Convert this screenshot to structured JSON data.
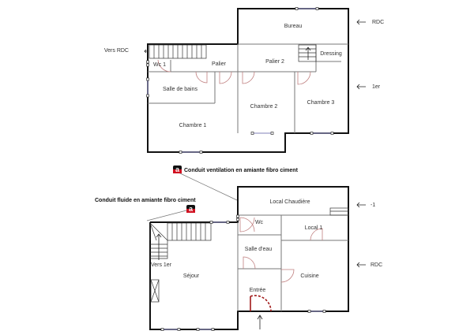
{
  "floor_upper": {
    "name": "1er",
    "rooms": [
      {
        "id": "bureau",
        "label": "Bureau"
      },
      {
        "id": "dressing",
        "label": "Dressing"
      },
      {
        "id": "palier",
        "label": "Palier"
      },
      {
        "id": "palier2",
        "label": "Palier 2"
      },
      {
        "id": "wc1",
        "label": "Wc 1"
      },
      {
        "id": "salle-de-bains",
        "label": "Salle de bains"
      },
      {
        "id": "chambre1",
        "label": "Chambre 1"
      },
      {
        "id": "chambre2",
        "label": "Chambre 2"
      },
      {
        "id": "chambre3",
        "label": "Chambre 3"
      }
    ],
    "stair_label": "Vers RDC",
    "level_markers": [
      {
        "label": "RDC"
      },
      {
        "label": "1er"
      }
    ]
  },
  "floor_lower": {
    "name": "RDC",
    "rooms": [
      {
        "id": "local-chaudiere",
        "label": "Local Chaudière"
      },
      {
        "id": "wc",
        "label": "Wc"
      },
      {
        "id": "local1",
        "label": "Local 1"
      },
      {
        "id": "salle-d-eau",
        "label": "Salle d'eau"
      },
      {
        "id": "sejour",
        "label": "Séjour"
      },
      {
        "id": "cuisine",
        "label": "Cuisine"
      },
      {
        "id": "entree",
        "label": "Entrée"
      }
    ],
    "stair_label": "Vers 1er",
    "level_markers": [
      {
        "label": "-1"
      },
      {
        "label": "RDC"
      }
    ]
  },
  "annotations": [
    {
      "id": "ventilation",
      "icon": "a",
      "text": "Conduit ventilation en amiante fibro ciment"
    },
    {
      "id": "fluide",
      "icon": "a",
      "text": "Conduit fluide en amiante fibro ciment"
    }
  ],
  "colors": {
    "wall": "#111111",
    "inner_wall": "#777777",
    "door": "#c08080",
    "entry_door": "#a01818",
    "window": "#9a9ac8",
    "marker_red": "#d01020",
    "marker_black": "#111111"
  }
}
